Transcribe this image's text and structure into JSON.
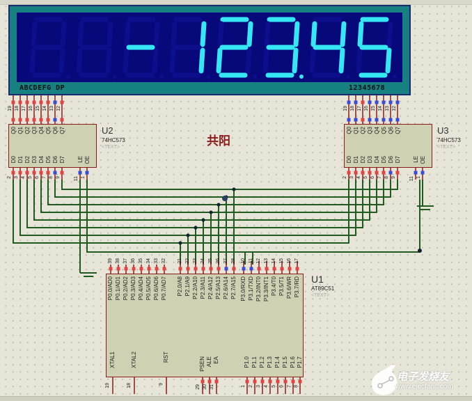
{
  "display": {
    "segment_labels": "ABCDEFG  DP",
    "digit_labels": "12345678",
    "shown_value": "-123.45",
    "digits": [
      "",
      "",
      "-",
      "1",
      "2",
      "3.",
      "4",
      "5"
    ],
    "colors": {
      "frame": "#178080",
      "panel": "#07087a",
      "lit": "#35e6f3",
      "unlit": "#0c0e8c"
    }
  },
  "annotation": {
    "text": "共阳"
  },
  "chips": {
    "u2": {
      "name": "U2",
      "type": "74HC573",
      "text": "<TEXT>",
      "top_pins": [
        "Q0",
        "Q1",
        "Q2",
        "Q3",
        "Q4",
        "Q5",
        "Q6",
        "Q7"
      ],
      "top_pin_numbers": [
        "19",
        "18",
        "17",
        "16",
        "15",
        "14",
        "13",
        "12"
      ],
      "bottom_pins": [
        "D0",
        "D1",
        "D2",
        "D3",
        "D4",
        "D5",
        "D6",
        "D7",
        "LE",
        "OE"
      ],
      "bottom_pin_numbers": [
        "2",
        "3",
        "4",
        "5",
        "6",
        "7",
        "8",
        "9",
        "11",
        "1"
      ]
    },
    "u3": {
      "name": "U3",
      "type": "74HC573",
      "text": "<TEXT>",
      "top_pins": [
        "Q0",
        "Q1",
        "Q2",
        "Q3",
        "Q4",
        "Q5",
        "Q6",
        "Q7"
      ],
      "top_pin_numbers": [
        "19",
        "18",
        "17",
        "16",
        "15",
        "14",
        "13",
        "12"
      ],
      "bottom_pins": [
        "D0",
        "D1",
        "D2",
        "D3",
        "D4",
        "D5",
        "D6",
        "D7",
        "LE",
        "OE"
      ],
      "bottom_pin_numbers": [
        "2",
        "3",
        "4",
        "5",
        "6",
        "7",
        "8",
        "9",
        "11",
        "1"
      ]
    },
    "u1": {
      "name": "U1",
      "type": "AT89C51",
      "text": "<TEXT>",
      "p0_pins": [
        "P0.0/AD0",
        "P0.1/AD1",
        "P0.2/AD2",
        "P0.3/AD3",
        "P0.4/AD4",
        "P0.5/AD5",
        "P0.6/AD6",
        "P0.7/AD7"
      ],
      "p0_pin_numbers": [
        "39",
        "38",
        "37",
        "36",
        "35",
        "34",
        "33",
        "32"
      ],
      "p2_pins": [
        "P2.0/A8",
        "P2.1/A9",
        "P2.2/A10",
        "P2.3/A11",
        "P2.4/A12",
        "P2.5/A13",
        "P2.6/A14",
        "P2.7/A15"
      ],
      "p2_pin_numbers": [
        "21",
        "22",
        "23",
        "24",
        "25",
        "26",
        "27",
        "28"
      ],
      "p3_pins": [
        "P3.0/RXD",
        "P3.1/TXD",
        "P3.2/INT0",
        "P3.3/INT1",
        "P3.4/T0",
        "P3.5/T1",
        "P3.6/WR",
        "P3.7/RD"
      ],
      "p3_pin_numbers": [
        "10",
        "11",
        "12",
        "13",
        "14",
        "15",
        "16",
        "17"
      ],
      "bottom_left_pins": [
        "XTAL1",
        "XTAL2",
        "RST"
      ],
      "bottom_left_numbers": [
        "19",
        "18",
        "9"
      ],
      "ctrl_pins": [
        "PSEN",
        "ALE",
        "EA"
      ],
      "ctrl_numbers": [
        "29",
        "30",
        "31"
      ],
      "p1_pins": [
        "P1.0",
        "P1.1",
        "P1.2",
        "P1.3",
        "P1.4",
        "P1.5",
        "P1.6",
        "P1.7"
      ],
      "p1_pin_numbers": [
        "1",
        "2",
        "3",
        "4",
        "5",
        "6",
        "7",
        "8"
      ]
    }
  },
  "watermark": {
    "cn": "电子发烧友",
    "url": "www.elecfans.com"
  },
  "colors": {
    "wire": "#1f5a1f",
    "pin": "#8b1a1a",
    "chip_fill": "#cfd1b3",
    "background": "#e6e5d8"
  }
}
